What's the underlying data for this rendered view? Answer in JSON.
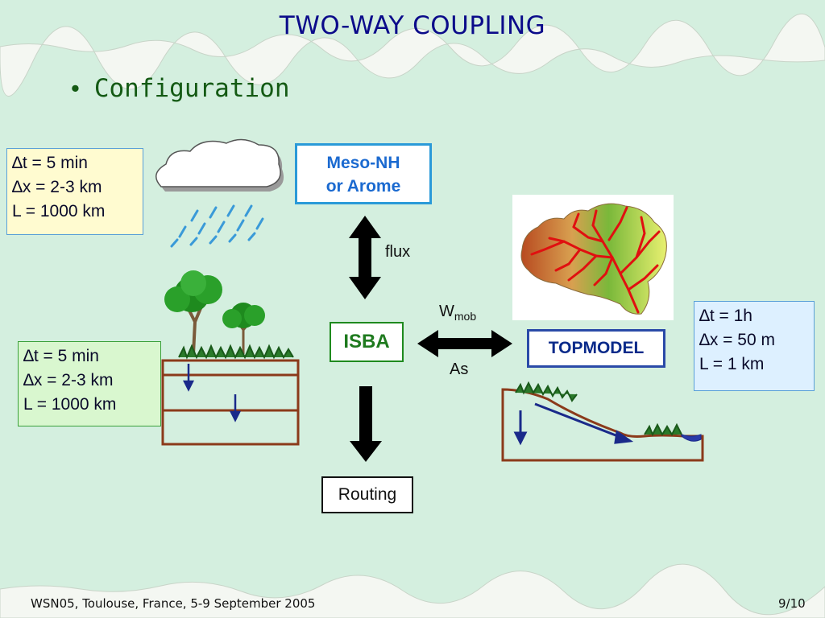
{
  "slide": {
    "title": "TWO-WAY COUPLING",
    "bullet": "Configuration",
    "footer_left": "WSN05, Toulouse, France, 5-9 September 2005",
    "footer_right": "9/10"
  },
  "atmosphere_params": {
    "dt": "∆t = 5 min",
    "dx": "∆x = 2-3 km",
    "L": "L = 1000 km"
  },
  "surface_params": {
    "dt": "∆t = 5 min",
    "dx": "∆x = 2-3 km",
    "L": "L = 1000 km"
  },
  "topmodel_params": {
    "dt": "∆t = 1h",
    "dx": "∆x = 50 m",
    "L": "L = 1 km"
  },
  "nodes": {
    "meso_line1": "Meso-NH",
    "meso_line2": "or Arome",
    "isba": "ISBA",
    "topmodel": "TOPMODEL",
    "routing": "Routing"
  },
  "arrows": {
    "flux": "flux",
    "wmob_main": "W",
    "wmob_sub": "mob",
    "as": "As"
  },
  "colors": {
    "background": "#d4efdf",
    "title": "#0b0b8a",
    "bullet": "#145a14",
    "meso_border": "#2a9ad8",
    "isba_border": "#1e8a1e",
    "topmodel_border": "#2a4aa8",
    "river": "#e01010",
    "soil": "#8b3a1a"
  }
}
